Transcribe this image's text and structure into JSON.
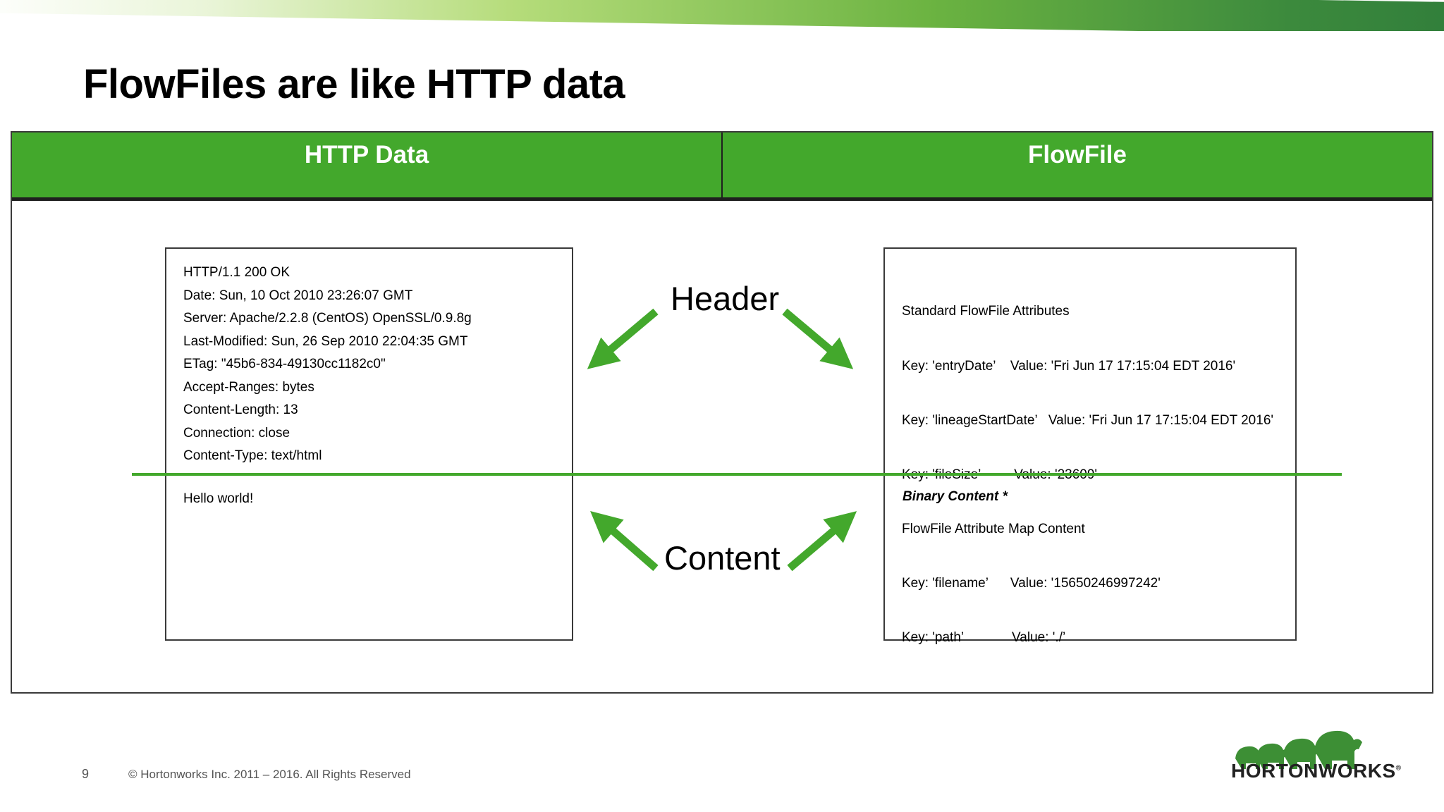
{
  "slide": {
    "title": "FlowFiles are like HTTP data",
    "page_number": "9",
    "copyright": "© Hortonworks Inc. 2011 – 2016. All Rights Reserved",
    "logo_text": "HORTONWORKS"
  },
  "table": {
    "left_header": "HTTP Data",
    "right_header": "FlowFile"
  },
  "labels": {
    "header": "Header",
    "content": "Content"
  },
  "http_headers": [
    "HTTP/1.1 200 OK",
    "Date: Sun, 10 Oct 2010 23:26:07 GMT",
    "Server: Apache/2.2.8 (CentOS) OpenSSL/0.9.8g",
    "Last-Modified: Sun, 26 Sep 2010 22:04:35 GMT",
    "ETag: \"45b6-834-49130cc1182c0\"",
    "Accept-Ranges: bytes",
    "Content-Length: 13",
    "Connection: close",
    "Content-Type: text/html"
  ],
  "http_content": "Hello world!",
  "flowfile_attributes": [
    "Standard FlowFile Attributes",
    "Key: 'entryDate’    Value: 'Fri Jun 17 17:15:04 EDT 2016'",
    "Key: 'lineageStartDate’   Value: 'Fri Jun 17 17:15:04 EDT 2016'",
    "Key: 'fileSize’         Value: '23609'",
    "FlowFile Attribute Map Content",
    "Key: 'filename’      Value: '15650246997242'",
    "Key: 'path’             Value: './’"
  ],
  "flowfile_content": "Binary Content *",
  "colors": {
    "accent_green": "#43a82c",
    "border": "#3a3a3a"
  }
}
